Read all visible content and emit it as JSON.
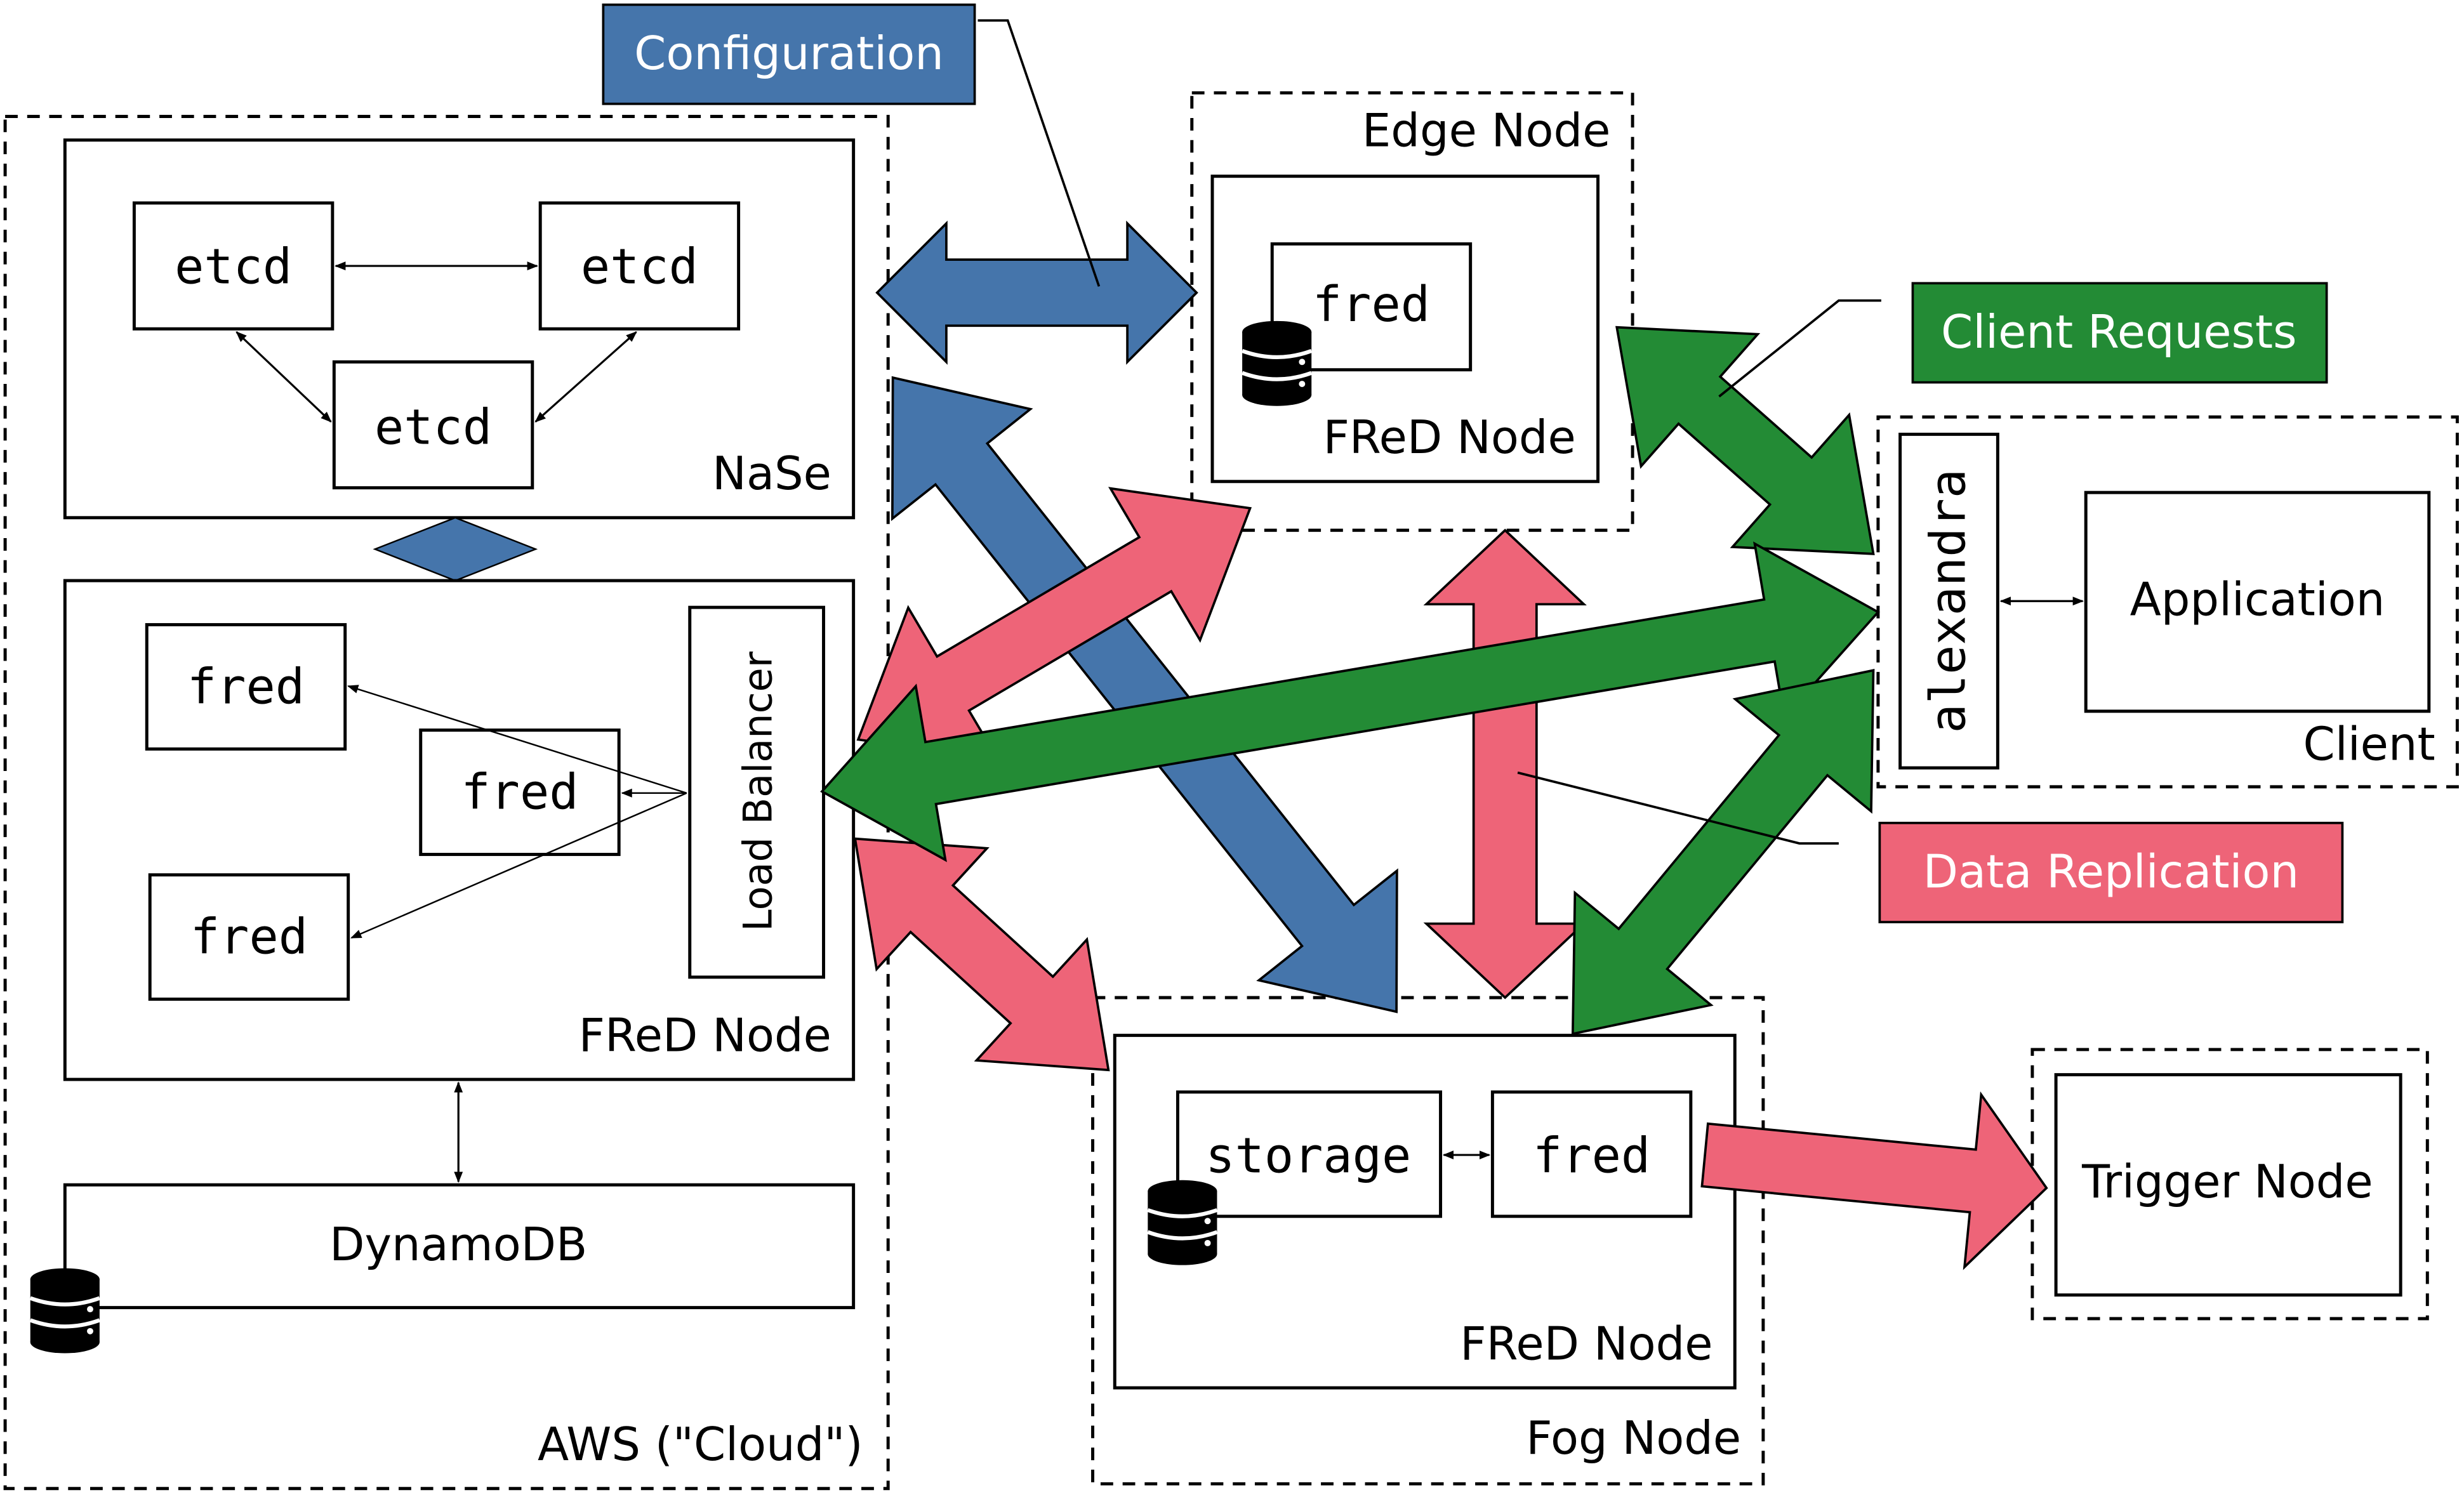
{
  "colors": {
    "config": "#4575ab",
    "client": "#238b35",
    "replication": "#ee6478",
    "stroke": "#000000",
    "background": "#ffffff"
  },
  "legend": {
    "configuration": "Configuration",
    "client_requests": "Client Requests",
    "data_replication": "Data Replication"
  },
  "aws": {
    "title": "AWS (\"Cloud\")",
    "nase": {
      "title": "NaSe",
      "etcd_nodes": [
        "etcd",
        "etcd",
        "etcd"
      ]
    },
    "fred_node": {
      "title": "FReD Node",
      "instances": [
        "fred",
        "fred",
        "fred"
      ],
      "load_balancer": "Load Balancer"
    },
    "dynamodb": "DynamoDB",
    "database_icon": "database-icon"
  },
  "edge_node": {
    "title": "Edge Node",
    "fred_node_title": "FReD Node",
    "fred": "fred",
    "database_icon": "database-icon"
  },
  "client": {
    "title": "Client",
    "alexandra": "alexandra",
    "application": "Application"
  },
  "fog_node": {
    "title": "Fog Node",
    "fred_node_title": "FReD Node",
    "storage": "storage",
    "fred": "fred",
    "database_icon": "database-icon"
  },
  "trigger_node": {
    "title": "Trigger Node"
  }
}
